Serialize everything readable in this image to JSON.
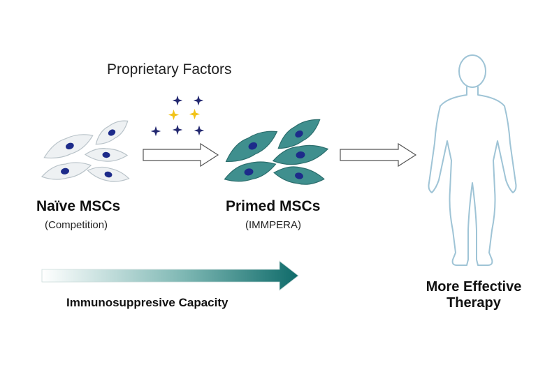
{
  "labels": {
    "proprietary_factors": "Proprietary Factors",
    "naive_title": "Naïve MSCs",
    "naive_subtitle": "(Competition)",
    "primed_title": "Primed MSCs",
    "primed_subtitle": "(IMMPERA)",
    "capacity": "Immunosuppresive Capacity",
    "therapy": "More Effective Therapy"
  },
  "colors": {
    "naive_cell": "#eef1f3",
    "naive_cell_edge": "#b9c3c9",
    "primed_cell": "#3f8f8e",
    "primed_cell_edge": "#2c6e6d",
    "nucleus": "#1d2b8a",
    "factor_dark": "#22276f",
    "factor_light": "#f2c318",
    "gradient_start": "#ffffff",
    "gradient_end": "#0f6b6a",
    "body_outline": "#9fc4d6"
  }
}
